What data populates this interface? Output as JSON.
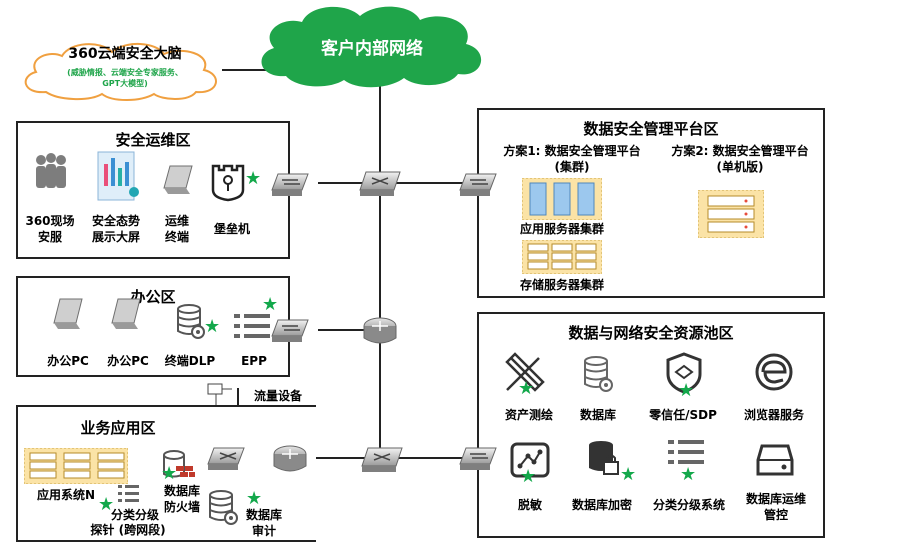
{
  "cloud_internal": {
    "title": "客户内部网络"
  },
  "cloud_360": {
    "title": "360云端安全大脑",
    "subtitle_line1": "(威胁情报、云端安全专家服务、",
    "subtitle_line2": "GPT大模型)"
  },
  "ops_zone": {
    "title": "安全运维区",
    "items": [
      {
        "label_l1": "360现场",
        "label_l2": "安服",
        "icon": "people-icon"
      },
      {
        "label_l1": "安全态势",
        "label_l2": "展示大屏",
        "icon": "dashboard-screen-icon"
      },
      {
        "label_l1": "运维",
        "label_l2": "终端",
        "icon": "laptop-icon"
      },
      {
        "label_l1": "堡垒机",
        "label_l2": "",
        "icon": "bastion-icon"
      }
    ]
  },
  "office_zone": {
    "title": "办公区",
    "items": [
      {
        "label": "办公PC",
        "icon": "laptop-icon"
      },
      {
        "label": "办公PC",
        "icon": "laptop-icon"
      },
      {
        "label": "终端DLP",
        "icon": "database-eye-icon"
      },
      {
        "label": "EPP",
        "icon": "list-icon"
      }
    ]
  },
  "flow_device": {
    "label": "流量设备"
  },
  "biz_zone": {
    "title": "业务应用区",
    "app_system": "应用系统N",
    "db_firewall_l1": "数据库",
    "db_firewall_l2": "防火墙",
    "probe_l1": "分类分级",
    "probe_l2": "探针 (跨网段)",
    "db_audit_l1": "数据库",
    "db_audit_l2": "审计"
  },
  "mgmt_zone": {
    "title": "数据安全管理平台区",
    "plan1_l1": "方案1: 数据安全管理平台",
    "plan1_l2": "(集群)",
    "plan2_l1": "方案2: 数据安全管理平台",
    "plan2_l2": "(单机版)",
    "app_cluster": "应用服务器集群",
    "storage_cluster": "存储服务器集群"
  },
  "pool_zone": {
    "title": "数据与网络安全资源池区",
    "items": [
      {
        "label": "资产测绘",
        "icon": "pencil-ruler-icon"
      },
      {
        "label": "数据库",
        "icon": "database-eye-icon"
      },
      {
        "label": "零信任/SDP",
        "icon": "shield-icon"
      },
      {
        "label": "浏览器服务",
        "icon": "browser-icon"
      },
      {
        "label": "脱敏",
        "icon": "desensitize-icon"
      },
      {
        "label": "数据库加密",
        "icon": "database-lock-icon"
      },
      {
        "label": "分类分级系统",
        "icon": "list-icon"
      },
      {
        "label_l1": "数据库运维",
        "label_l2": "管控",
        "icon": "drive-icon"
      }
    ]
  },
  "colors": {
    "cloud_green": "#1fa54a",
    "cloud_orange_border": "#f0a040",
    "star_green": "#13a84b",
    "server_yellow": "#fbe3a6",
    "server_blue": "#9cc8ee"
  }
}
